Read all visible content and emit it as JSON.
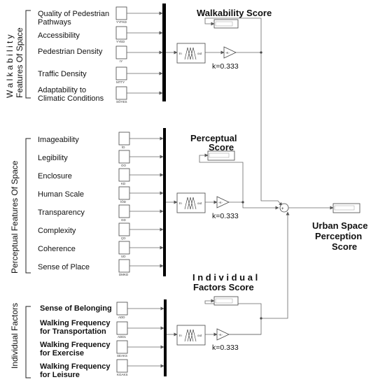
{
  "groups": {
    "walkability": {
      "title_line1": "W a l k a b i l i t y",
      "title_line2": "Features Of Space",
      "score_title": "Walkability Score",
      "gain": "k=0.333",
      "inputs": [
        {
          "line1": "Quality of Pedestrian",
          "line2": "Pathways",
          "tag": "YYFKD"
        },
        {
          "line1": "Accessibility",
          "line2": "",
          "tag": "YYED"
        },
        {
          "line1": "Pedestrian Density",
          "line2": "",
          "tag": "IY"
        },
        {
          "line1": "Traffic Density",
          "line2": "",
          "tag": "MTTY"
        },
        {
          "line1": "Adaptability to",
          "line2": "Climatic Conditions",
          "tag": "SÖYES"
        }
      ]
    },
    "perceptual": {
      "title": "Perceptual Features Of Space",
      "score_title_line1": "Perceptual",
      "score_title_line2": "Score",
      "gain": "k=0.333",
      "inputs": [
        {
          "line1": "Imageability",
          "line2": "",
          "tag": "İD"
        },
        {
          "line1": "Legibility",
          "line2": "",
          "tag": "OO"
        },
        {
          "line1": "Enclosure",
          "line2": "",
          "tag": "KD"
        },
        {
          "line1": "Human Scale",
          "line2": "",
          "tag": "İÖD"
        },
        {
          "line1": "Transparency",
          "line2": "",
          "tag": "GD"
        },
        {
          "line1": "Complexity",
          "line2": "",
          "tag": "ÇD"
        },
        {
          "line1": "Coherence",
          "line2": "",
          "tag": "UD"
        },
        {
          "line1": "Sense of Place",
          "line2": "",
          "tag": "DMKD"
        }
      ]
    },
    "individual": {
      "title": "Individual Factors",
      "score_title_line1": "I n d i v i d u a l",
      "score_title_line2": "Factors Score",
      "gain": "k=0.333",
      "inputs": [
        {
          "line1": "Sense of Belonging",
          "line2": "",
          "tag": "ADD"
        },
        {
          "line1": "Walking   Frequency",
          "line2": "for Transportation",
          "tag": "ADD1"
        },
        {
          "line1": "Walking   Frequency",
          "line2": "for Exercise",
          "tag": "SEAKS"
        },
        {
          "line1": "Walking   Frequency",
          "line2": "for Leisure",
          "tag": "KGAKS"
        }
      ]
    }
  },
  "output": {
    "line1": "Urban Space",
    "line2": "Perception",
    "line3": "Score"
  },
  "block_labels": {
    "mux_in": "In",
    "mux_out": "out",
    "gain_symbol": "-K-"
  }
}
